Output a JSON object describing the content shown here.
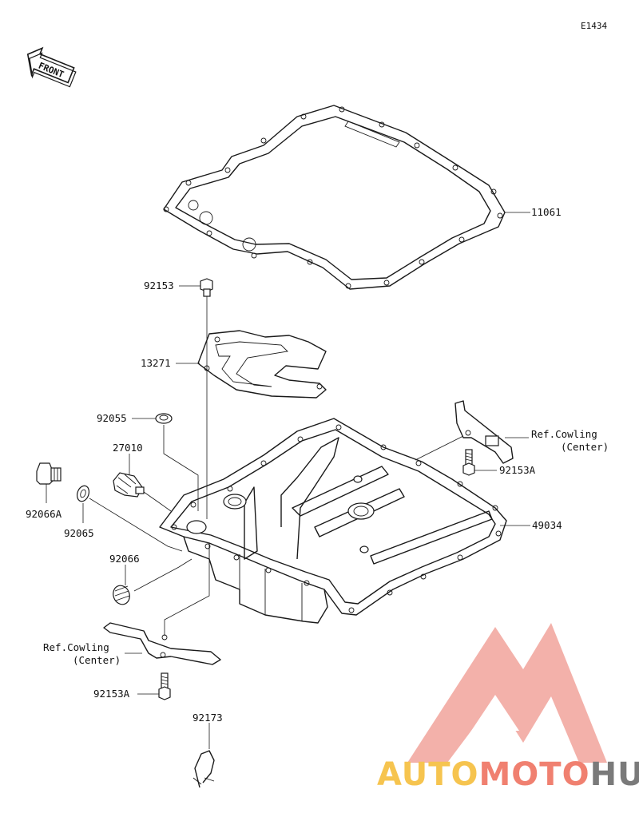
{
  "diagram": {
    "code": "E1434",
    "front_label": "FRONT",
    "parts": {
      "gasket": "11061",
      "bolt_top": "92153",
      "plate": "13271",
      "washer_small": "92055",
      "switch": "27010",
      "drain_plug": "92066A",
      "washer": "92065",
      "plug": "92066",
      "oil_pan": "49034",
      "bolt_right": "92153A",
      "bolt_bottom": "92153A",
      "clamp": "92173"
    },
    "refs": {
      "right_line1": "Ref.Cowling",
      "right_line2": "(Center)",
      "left_line1": "Ref.Cowling",
      "left_line2": "(Center)"
    }
  },
  "watermark": {
    "part1": "AUTO",
    "part2": "MOTO",
    "part3": "HUB",
    "colors": {
      "accent": "#f2a49c",
      "auto": "#f6c44f",
      "moto": "#f08070",
      "hub": "#7a7a7a"
    }
  }
}
